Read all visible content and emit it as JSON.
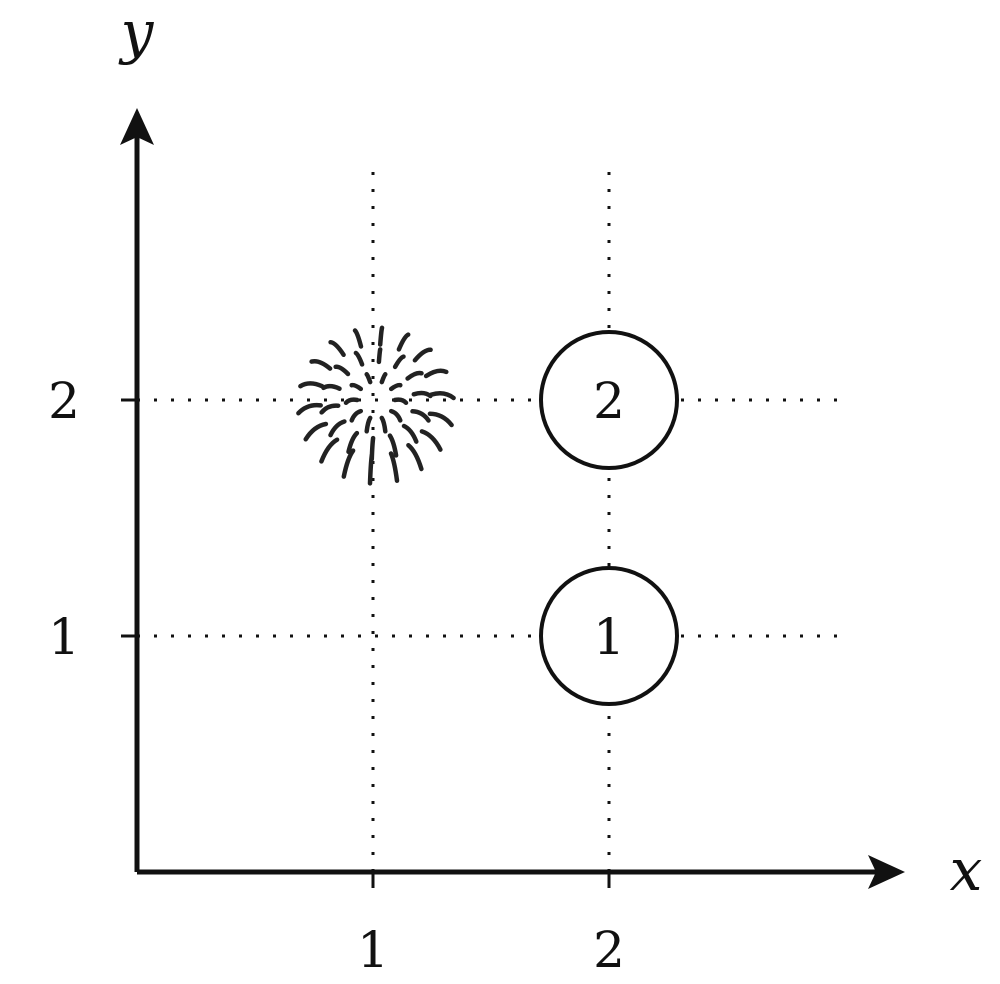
{
  "axes": {
    "x_label": "x",
    "y_label": "y"
  },
  "x_ticks": [
    {
      "value": 1,
      "label": "1"
    },
    {
      "value": 2,
      "label": "2"
    }
  ],
  "y_ticks": [
    {
      "value": 1,
      "label": "1"
    },
    {
      "value": 2,
      "label": "2"
    }
  ],
  "grid": {
    "style": "dotted",
    "x_range": [
      0,
      3
    ],
    "y_range": [
      0,
      3
    ]
  },
  "nodes": [
    {
      "x": 2,
      "y": 2,
      "label": "2",
      "shape": "circle"
    },
    {
      "x": 2,
      "y": 1,
      "label": "1",
      "shape": "circle"
    }
  ],
  "firework": {
    "x": 1,
    "y": 2,
    "icon": "firework-icon"
  },
  "colors": {
    "ink": "#111111"
  }
}
